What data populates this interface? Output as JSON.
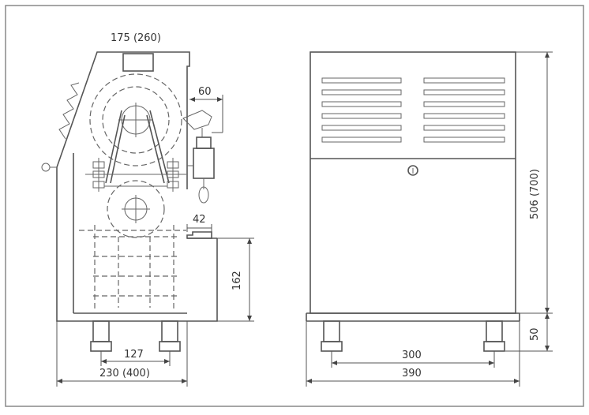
{
  "dimensions": {
    "top_width": "175 (260)",
    "flap_offset": "60",
    "spout_width": "42",
    "tank_height": "162",
    "feet_spacing_side": "127",
    "base_width_side": "230 (400)",
    "body_height": "506 (700)",
    "feet_height": "50",
    "feet_spacing_front": "300",
    "base_width_front": "390"
  }
}
